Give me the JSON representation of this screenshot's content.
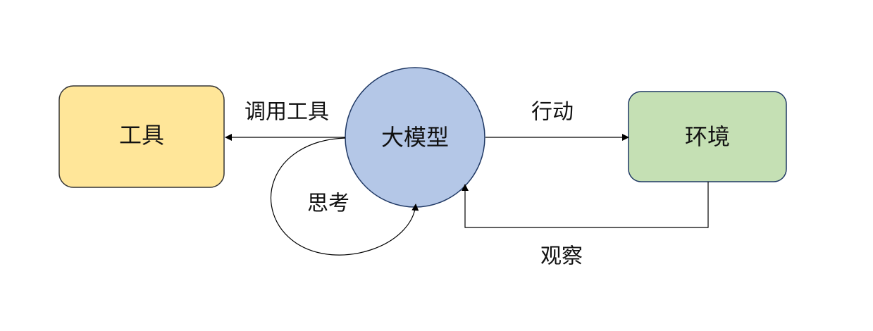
{
  "nodes": {
    "tool": {
      "label": "工具",
      "fill": "#FFE699",
      "stroke": "#333333"
    },
    "model": {
      "label": "大模型",
      "fill": "#B4C7E7",
      "stroke": "#1F3864"
    },
    "env": {
      "label": "环境",
      "fill": "#C5E0B4",
      "stroke": "#1F3864"
    }
  },
  "edges": {
    "call_tool": {
      "label": "调用工具"
    },
    "think": {
      "label": "思考"
    },
    "action": {
      "label": "行动"
    },
    "observe": {
      "label": "观察"
    }
  },
  "colors": {
    "line": "#000000",
    "text": "#111111"
  }
}
